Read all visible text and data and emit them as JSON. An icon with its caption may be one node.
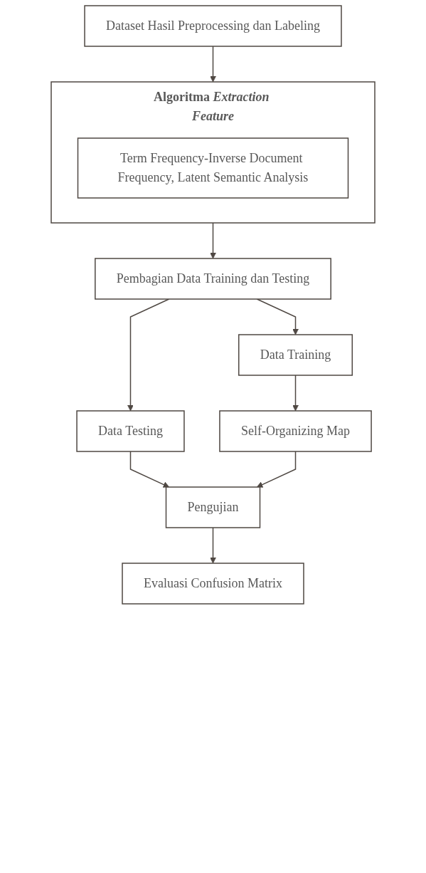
{
  "diagram": {
    "nodes": [
      {
        "text": [
          "Dataset Hasil Preprocessing dan Labeling"
        ]
      },
      {
        "text": [
          "Algoritma *Extraction Feature*"
        ]
      },
      {
        "text": [
          "Term Frequency-Inverse Document Frequency, Latent Semantic Analysis"
        ],
        "in": 1
      },
      {
        "text": [
          "Pembagian Data Training dan Testing"
        ]
      },
      {
        "text": [
          "Data Testing"
        ]
      },
      {
        "text": [
          "Data Training"
        ]
      },
      {
        "text": [
          "Self-Organizing Map"
        ]
      },
      {
        "text": [
          "Pengujian"
        ]
      },
      {
        "text": [
          "Evaluasi Confusion Matrix"
        ]
      }
    ],
    "edges": [
      {
        "from": 0,
        "to": 1,
        "arrow": "to"
      },
      {
        "from": 1,
        "to": 3,
        "arrow": "to"
      },
      {
        "from": 3,
        "to": 4,
        "arrow": "to"
      },
      {
        "from": 3,
        "to": 5,
        "arrow": "to"
      },
      {
        "from": 5,
        "to": 6,
        "arrow": "to"
      },
      {
        "from": 4,
        "to": 7,
        "arrow": "to"
      },
      {
        "from": 6,
        "to": 7,
        "arrow": "to"
      },
      {
        "from": 7,
        "to": 8,
        "arrow": "to"
      }
    ]
  }
}
